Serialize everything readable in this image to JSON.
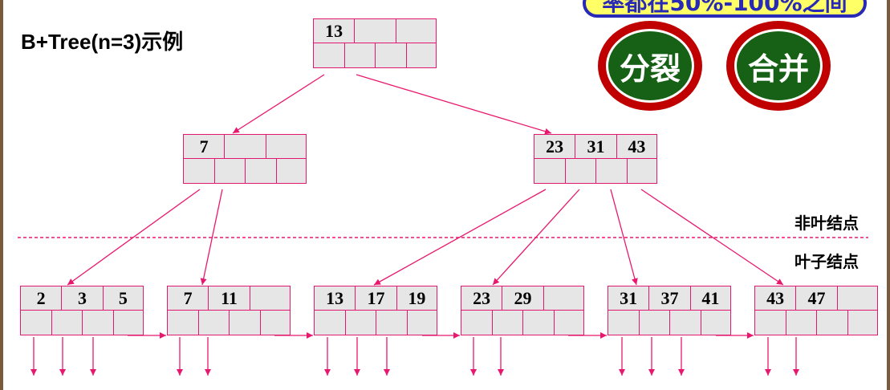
{
  "title": "B+Tree(n=3)示例",
  "tip_text": "率都在50%-100%之间",
  "buttons": {
    "split": "分裂",
    "merge": "合并"
  },
  "labels": {
    "internal": "非叶结点",
    "leaf": "叶子结点"
  },
  "colors": {
    "node_border": "#e01870",
    "node_fill": "#e6e6e6",
    "arrow": "#e8186e",
    "button_ring": "#c00000",
    "button_fill": "#176117",
    "tip_border": "#2929b8",
    "tip_fill": "#ffff66"
  },
  "tree": {
    "root": {
      "keys": [
        "13",
        "",
        ""
      ]
    },
    "level1": [
      {
        "keys": [
          "7",
          "",
          ""
        ]
      },
      {
        "keys": [
          "23",
          "31",
          "43"
        ]
      }
    ],
    "leaves": [
      {
        "keys": [
          "2",
          "3",
          "5"
        ]
      },
      {
        "keys": [
          "7",
          "11",
          ""
        ]
      },
      {
        "keys": [
          "13",
          "17",
          "19"
        ]
      },
      {
        "keys": [
          "23",
          "29",
          ""
        ]
      },
      {
        "keys": [
          "31",
          "37",
          "41"
        ]
      },
      {
        "keys": [
          "43",
          "47",
          ""
        ]
      }
    ]
  }
}
